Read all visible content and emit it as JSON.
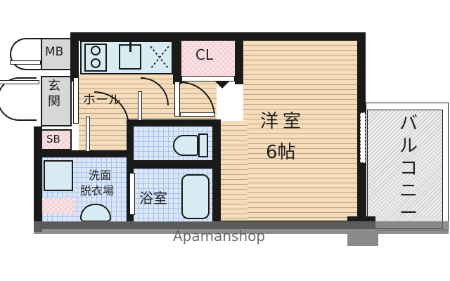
{
  "floorplan": {
    "rooms": {
      "mb": "MB",
      "entrance": "玄関",
      "sb": "SB",
      "hall": "ホール",
      "closet": "CL",
      "western_room_name": "洋室",
      "western_room_size": "6帖",
      "washroom_line1": "洗面",
      "washroom_line2": "脱衣場",
      "bathroom": "浴室",
      "balcony": "バルコニー"
    },
    "colors": {
      "wall": "#1a1a1a",
      "wood_floor": "#f6dcb8",
      "tile": "#dbe7f7",
      "storage_pink": "#f4cfd4",
      "entrance_gray": "#d7d7d7",
      "balcony_gray": "#d9d9d9"
    }
  },
  "watermark": {
    "text": "Apamanshop"
  }
}
